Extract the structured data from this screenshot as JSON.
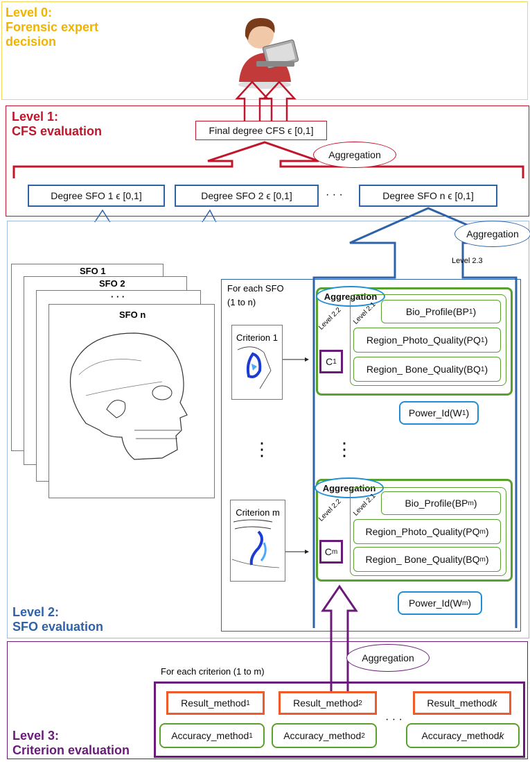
{
  "level0": {
    "title_line1": "Level 0:",
    "title_line2": "Forensic expert",
    "title_line3": "decision"
  },
  "level1": {
    "title_line1": "Level 1:",
    "title_line2": "CFS evaluation",
    "final_degree": "Final degree CFS ϵ [0,1]",
    "aggregation": "Aggregation",
    "degree_sfo1": "Degree SFO 1 ϵ [0,1]",
    "degree_sfo2": "Degree SFO 2 ϵ [0,1]",
    "ellipsis": "· · ·",
    "degree_sfon": "Degree SFO n ϵ [0,1]"
  },
  "level2": {
    "title_line1": "Level 2:",
    "title_line2": "SFO evaluation",
    "aggregation": "Aggregation",
    "level_2_3": "Level 2.3",
    "sfo1": "SFO 1",
    "sfo2": "SFO 2",
    "sfo_dots": "· · ·",
    "sfon": "SFO n",
    "for_each_sfo_line1": "For each SFO",
    "for_each_sfo_line2": "(1 to n)",
    "criterion1": "Criterion 1",
    "criterionm": "Criterion m",
    "vdots": "⋮",
    "block1": {
      "aggregation": "Aggregation",
      "level22": "Level 2.2",
      "level21": "Level 2.1",
      "c_main": "C",
      "c_sub": "1",
      "bio": "Bio_Profile(BP",
      "bio_sub": "1",
      "bio_end": ")",
      "photo": "Region_Photo_Quality(PQ",
      "photo_sub": "1",
      "photo_end": ")",
      "bone": "Region_ Bone_Quality(BQ",
      "bone_sub": "1",
      "bone_end": ")",
      "power": "Power_Id(W",
      "power_sub": "1",
      "power_end": ")"
    },
    "block2": {
      "aggregation": "Aggregation",
      "level22": "Level 2.2",
      "level21": "Level 2.1",
      "c_main": "C",
      "c_sub": "m",
      "bio": "Bio_Profile(BP",
      "bio_sub": "m",
      "bio_end": ")",
      "photo": "Region_Photo_Quality(PQ",
      "photo_sub": "m",
      "photo_end": ")",
      "bone": "Region_ Bone_Quality(BQ",
      "bone_sub": "m",
      "bone_end": ")",
      "power": "Power_Id(W",
      "power_sub": "m",
      "power_end": ")"
    }
  },
  "level3": {
    "title_line1": "Level 3:",
    "title_line2": "Criterion evaluation",
    "aggregation": "Aggregation",
    "for_each_criterion": "For each criterion (1 to m)",
    "result1": "Result_method",
    "result1_sub": "1",
    "result2": "Result_method",
    "result2_sub": "2",
    "resultk": "Result_method",
    "resultk_sub": "k",
    "acc1": "Accuracy_method",
    "acc1_sub": "1",
    "acc2": "Accuracy_method",
    "acc2_sub": "2",
    "acck": "Accuracy_method",
    "acck_sub": "k",
    "ellipsis": "· · ·"
  },
  "colors": {
    "level0": "#f0b400",
    "level1": "#c0152a",
    "level2": "#2e63a8",
    "level3": "#6a1b7a",
    "green": "#5aa02c",
    "orange": "#f05a28"
  }
}
